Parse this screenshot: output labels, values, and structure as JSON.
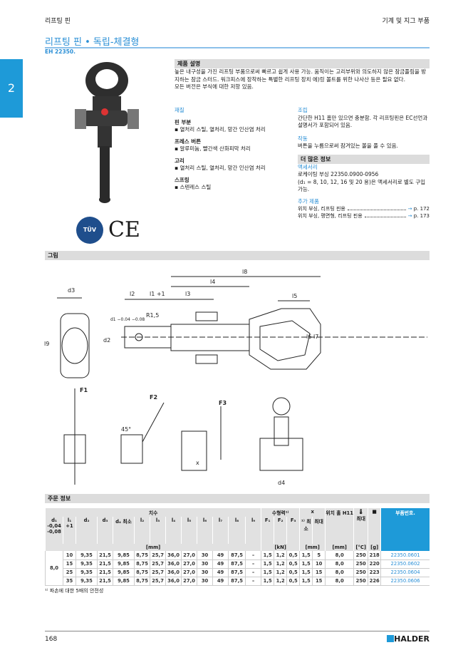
{
  "header": {
    "left": "리프팅 핀",
    "right": "기계 및 지그 부품"
  },
  "title": "리프팅 핀 • 독립-체결형",
  "code": "EH 22350.",
  "chapter": "2",
  "description": {
    "heading": "제품 설명",
    "text": "높은 내구성을 가진 리프팅 부품으로써 빠르고 쉽게 사용 가능. 움직이는 고리부위와 의도하지 않은 잠금풀림을 방지하는 잠금 스터드. 워크피스에 장착하는 특별한 리프팅 장치 에)링 볼트를 위한 나사산 등은 필요 없다.",
    "text2": "모든 버전은 부식에 대한 저항 있음."
  },
  "material": {
    "heading": "재질",
    "items": [
      {
        "label": "핀 부분",
        "text": "▪ 열처리 스틸, 열처리, 망간 인산염 처리"
      },
      {
        "label": "프레스 버튼",
        "text": "▪ 알루미늄, 빨간색 산화피막 처리"
      },
      {
        "label": "고리",
        "text": "▪ 열처리 스틸, 열처리, 망간 인산염 처리"
      },
      {
        "label": "스프링",
        "text": "▪ 스텐레스 스틸"
      }
    ]
  },
  "assembly": {
    "heading": "조립",
    "text": "간단한 H11 홈만 있으면 충분함. 각 리프팅핀은 EC선언과 설명서가 포함되어 있음."
  },
  "operation": {
    "heading": "작동",
    "text": "버튼을 누름으로써 잠겨있는 볼을 풀 수 있음."
  },
  "more": {
    "heading": "더 많은 정보",
    "acc_heading": "액세서리",
    "acc_text": "로케이팅 부싱 22350.0900-0956",
    "acc_text2": "(d₁ = 8, 10, 12, 16 및 20 용)은 액세서리로 별도 구입 가능.",
    "extra_heading": "추가 제품",
    "links": [
      {
        "label": "위치 부싱, 리프팅 핀용",
        "page": "p. 172"
      },
      {
        "label": "위치 부싱, 평면형, 리프팅 핀용",
        "page": "p. 173"
      }
    ]
  },
  "logos": {
    "tuv": "TÜV SÜD",
    "ce": "CE"
  },
  "drawing": {
    "heading": "그림",
    "labels": {
      "d3": "d3",
      "l9": "l9",
      "d2": "d2",
      "d1": "d1 −0.04 −0.08",
      "l2": "l2",
      "l1": "l1 +1",
      "l3": "l3",
      "l4": "l4",
      "l8": "l8",
      "l5": "l5",
      "l6": "l6",
      "l7": "l7",
      "r": "R1,5",
      "f1": "F1",
      "f2": "F2",
      "f3": "F3",
      "angle": "45°",
      "x": "x",
      "d4": "d4"
    }
  },
  "order": {
    "heading": "주문 정보",
    "group_dims": "치수",
    "group_force": "수형력¹⁾",
    "group_x": "x",
    "hole": "위치 홀 H11",
    "temp_icon": "thermometer-icon",
    "weight_icon": "weight-icon",
    "temp_max": "최대",
    "partno": "부품번호.",
    "cols": [
      "d₁ -0,04 -0,08",
      "l₁ +1",
      "d₂",
      "d₃",
      "d₄ 최소",
      "l₂",
      "l₃",
      "l₄",
      "l₅",
      "l₆",
      "l₇",
      "l₈",
      "l₉",
      "F₁",
      "F₂",
      "F₃",
      "¹⁾ 최소",
      "최대"
    ],
    "units": {
      "mm": "[mm]",
      "kn": "[kN]",
      "mm2": "[mm]",
      "mm3": "[mm]",
      "c": "[°C]",
      "g": "[g]"
    },
    "d1": "8,0",
    "rows": [
      [
        "10",
        "9,35",
        "21,5",
        "9,85",
        "8,75",
        "25,7",
        "36,0",
        "27,0",
        "30",
        "49",
        "87,5",
        "–",
        "1,5",
        "1,2",
        "0,5",
        "1,5",
        "5",
        "8,0",
        "250",
        "218",
        "22350.0601"
      ],
      [
        "15",
        "9,35",
        "21,5",
        "9,85",
        "8,75",
        "25,7",
        "36,0",
        "27,0",
        "30",
        "49",
        "87,5",
        "–",
        "1,5",
        "1,2",
        "0,5",
        "1,5",
        "10",
        "8,0",
        "250",
        "220",
        "22350.0602"
      ],
      [
        "25",
        "9,35",
        "21,5",
        "9,85",
        "8,75",
        "25,7",
        "36,0",
        "27,0",
        "30",
        "49",
        "87,5",
        "–",
        "1,5",
        "1,2",
        "0,5",
        "1,5",
        "15",
        "8,0",
        "250",
        "223",
        "22350.0604"
      ],
      [
        "35",
        "9,35",
        "21,5",
        "9,85",
        "8,75",
        "25,7",
        "36,0",
        "27,0",
        "30",
        "49",
        "87,5",
        "–",
        "1,5",
        "1,2",
        "0,5",
        "1,5",
        "15",
        "8,0",
        "250",
        "226",
        "22350.0606"
      ]
    ],
    "footnote": "¹⁾ 파손에 대한 5배의 안전성"
  },
  "footer": {
    "page": "168",
    "brand": "HALDER"
  }
}
